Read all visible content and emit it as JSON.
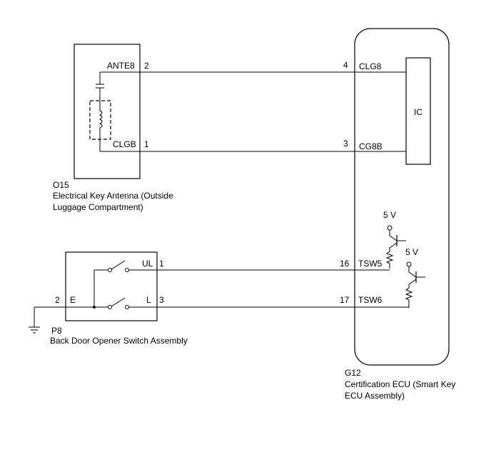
{
  "antenna": {
    "ref": "O15",
    "name_line1": "Electrical Key Antenna (Outside",
    "name_line2": "Luggage Compartment)",
    "pin_ante8_label": "ANTE8",
    "pin_ante8_num": "2",
    "pin_clgb_label": "CLGB",
    "pin_clgb_num": "1"
  },
  "switch": {
    "ref": "P8",
    "name": "Back Door Opener Switch Assembly",
    "pin_e_label": "E",
    "pin_e_num": "2",
    "pin_ul_label": "UL",
    "pin_ul_num": "1",
    "pin_l_label": "L",
    "pin_l_num": "3"
  },
  "ecu": {
    "ref": "G12",
    "name_line1": "Certification ECU (Smart Key",
    "name_line2": "ECU Assembly)",
    "ic_label": "IC",
    "pin_clg8_label": "CLG8",
    "pin_clg8_num": "4",
    "pin_cg8b_label": "CG8B",
    "pin_cg8b_num": "3",
    "pin_tsw5_label": "TSW5",
    "pin_tsw5_num": "16",
    "pin_tsw6_label": "TSW6",
    "pin_tsw6_num": "17",
    "supply1": "5 V",
    "supply2": "5 V"
  }
}
